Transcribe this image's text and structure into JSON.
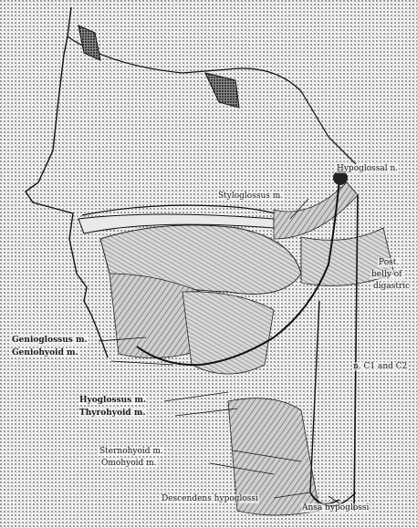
{
  "labels": {
    "hypoglossal_n": "Hypoglossal n.",
    "styloglossus_m": "Styloglossus m.",
    "post_belly_1": "Post.",
    "post_belly_2": "belly of",
    "post_belly_3": "digastric",
    "genioglossus_m": "Genioglossus m.",
    "geniohyoid_m": "Geniohyoid m.",
    "c1_c2": "n. C1 and C2",
    "hyoglossus_m": "Hyoglossus m.",
    "thyrohyoid_m": "Thyrohyoid m.",
    "sternohyoid_m": "Sternohyoid m.",
    "omohyoid_m": "Omohyoid m.",
    "descendens_hypoglossi": "Descendens hypoglossi",
    "ansa_hypoglossi": "Ansa hypoglossi"
  }
}
